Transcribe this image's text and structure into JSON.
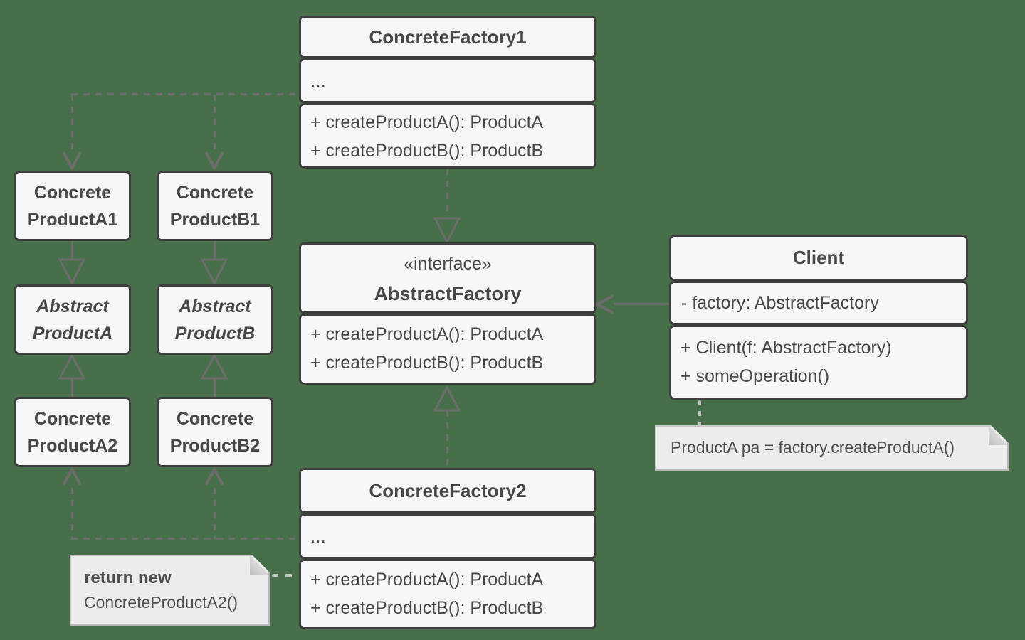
{
  "colors": {
    "bg": "#47704a",
    "box-fill": "#f7f7f7",
    "box-border": "#3e3e3e",
    "text": "#474747",
    "line": "#6d6d6d",
    "note-fill": "#ececec",
    "note-border": "#c6c6c6",
    "note-line": "#c2c2c2"
  },
  "classes": {
    "concrete_factory_1": {
      "title": "ConcreteFactory1",
      "ellipsis": "...",
      "methods": [
        "+ createProductA(): ProductA",
        "+ createProductB(): ProductB"
      ]
    },
    "abstract_factory": {
      "stereotype": "«interface»",
      "title": "AbstractFactory",
      "methods": [
        "+ createProductA(): ProductA",
        "+ createProductB(): ProductB"
      ]
    },
    "concrete_factory_2": {
      "title": "ConcreteFactory2",
      "ellipsis": "...",
      "methods": [
        "+ createProductA(): ProductA",
        "+ createProductB(): ProductB"
      ]
    },
    "client": {
      "title": "Client",
      "attributes": [
        "- factory: AbstractFactory"
      ],
      "methods": [
        "+ Client(f: AbstractFactory)",
        "+ someOperation()"
      ]
    },
    "concrete_product_a1": {
      "line1": "Concrete",
      "line2": "ProductA1"
    },
    "concrete_product_b1": {
      "line1": "Concrete",
      "line2": "ProductB1"
    },
    "abstract_product_a": {
      "line1": "Abstract",
      "line2": "ProductA"
    },
    "abstract_product_b": {
      "line1": "Abstract",
      "line2": "ProductB"
    },
    "concrete_product_a2": {
      "line1": "Concrete",
      "line2": "ProductA2"
    },
    "concrete_product_b2": {
      "line1": "Concrete",
      "line2": "ProductB2"
    }
  },
  "notes": {
    "client_note": {
      "text": "ProductA pa = factory.createProductA()"
    },
    "factory_note": {
      "bold": "return new",
      "text": "ConcreteProductA2()"
    }
  }
}
